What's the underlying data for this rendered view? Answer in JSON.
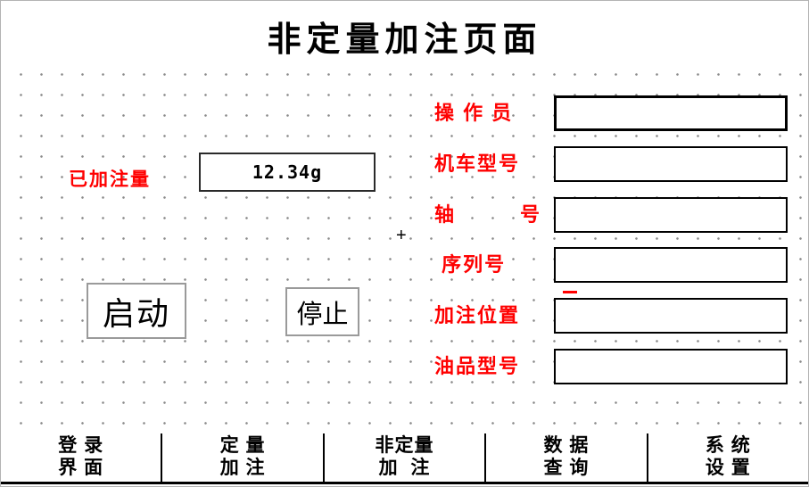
{
  "title": "非定量加注页面",
  "filled_amount": {
    "label": "已加注量",
    "value": "12.34g"
  },
  "controls": {
    "start_label": "启动",
    "stop_label": "停止"
  },
  "crosshair_glyph": "+",
  "form": {
    "fields": [
      {
        "id": "operator",
        "label": "操 作 员",
        "value": ""
      },
      {
        "id": "locomotive-model",
        "label": "机车型号",
        "value": ""
      },
      {
        "id": "axle-number",
        "label": "轴　　　号",
        "value": ""
      },
      {
        "id": "serial-number",
        "label": " 序列号",
        "value": ""
      },
      {
        "id": "fill-position",
        "label": "加注位置",
        "value": ""
      },
      {
        "id": "oil-type",
        "label": "油品型号",
        "value": ""
      }
    ]
  },
  "nav": {
    "tabs": [
      {
        "line1": "登 录",
        "line2": "界 面"
      },
      {
        "line1": "定 量",
        "line2": "加 注"
      },
      {
        "line1": "非定量",
        "line2": "加  注"
      },
      {
        "line1": "数 据",
        "line2": "查 询"
      },
      {
        "line1": "系 统",
        "line2": "设 置"
      }
    ]
  },
  "colors": {
    "label_red": "#ff0000",
    "text_black": "#000000",
    "button_border_gray": "#9a9a9a"
  }
}
